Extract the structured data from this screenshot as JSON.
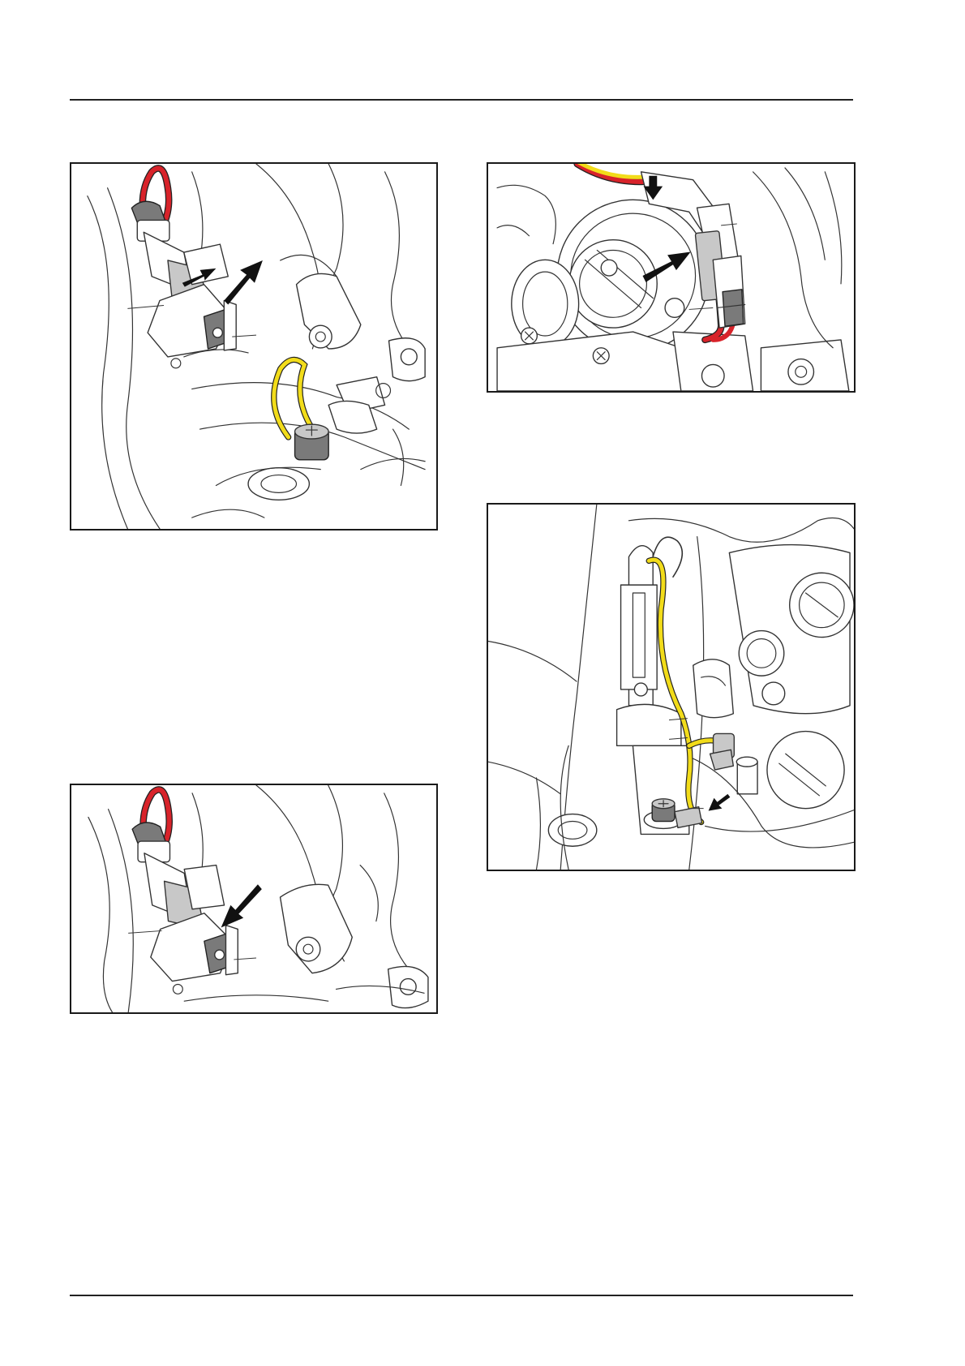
{
  "page": {
    "width": 1190,
    "height": 1684
  },
  "figures": [
    {
      "id": "fig-1",
      "description_name": "connector-removal-upper-left",
      "arrows": 2
    },
    {
      "id": "fig-2",
      "description_name": "connector-push-upper-right",
      "arrows": 2
    },
    {
      "id": "fig-3",
      "description_name": "connector-fit-lower-left",
      "arrows": 1
    },
    {
      "id": "fig-4",
      "description_name": "harness-routing-lower-right",
      "arrows": 1
    }
  ],
  "colors": {
    "wire_red": "#d8232a",
    "wire_yellow": "#f2dc1a",
    "component_gray": "#c8c8c8",
    "component_dark": "#7a7a7a",
    "line_art": "#333333"
  }
}
